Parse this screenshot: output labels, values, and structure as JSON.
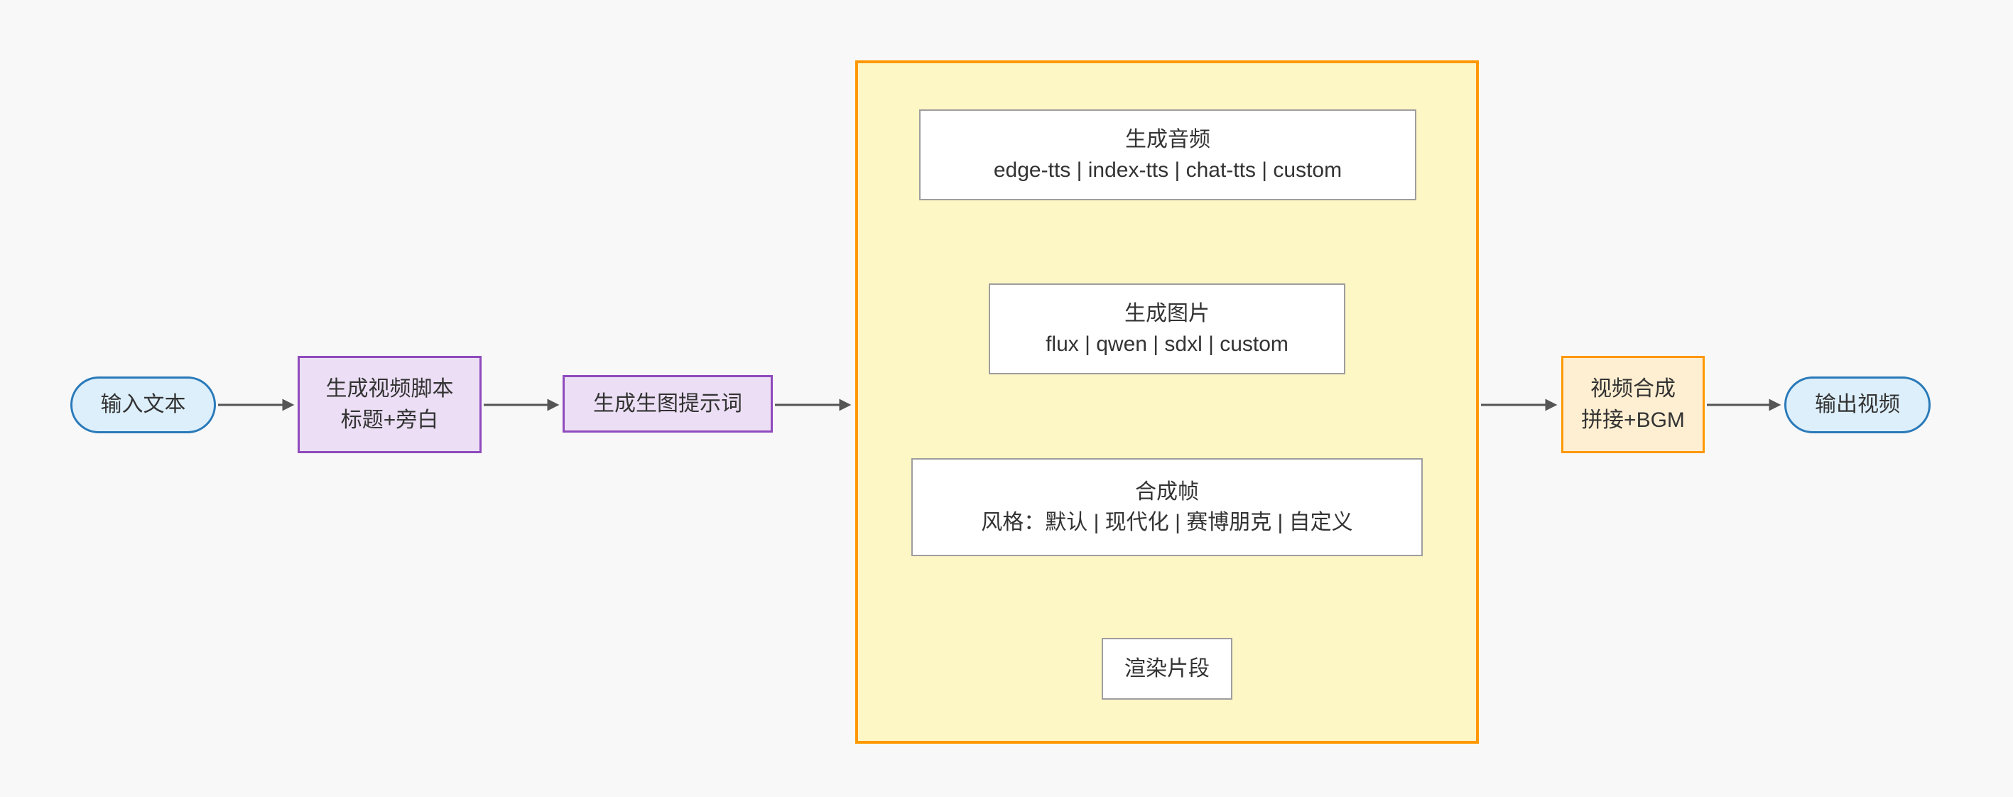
{
  "diagram": {
    "nodes": {
      "input": {
        "label": "输入文本"
      },
      "script": {
        "line1": "生成视频脚本",
        "line2": "标题+旁白"
      },
      "prompt": {
        "label": "生成生图提示词"
      },
      "audio": {
        "line1": "生成音频",
        "line2": "edge-tts | index-tts | chat-tts | custom"
      },
      "image": {
        "line1": "生成图片",
        "line2": "flux | qwen | sdxl | custom"
      },
      "frame": {
        "line1": "合成帧",
        "line2": "风格：默认 | 现代化 | 赛博朋克 | 自定义"
      },
      "render": {
        "label": "渲染片段"
      },
      "compose": {
        "line1": "视频合成",
        "line2": "拼接+BGM"
      },
      "output": {
        "label": "输出视频"
      }
    },
    "edges": [
      {
        "from": "input",
        "to": "script"
      },
      {
        "from": "script",
        "to": "prompt"
      },
      {
        "from": "prompt",
        "to": "pipeline"
      },
      {
        "from": "audio",
        "to": "image"
      },
      {
        "from": "image",
        "to": "frame"
      },
      {
        "from": "frame",
        "to": "render"
      },
      {
        "from": "pipeline",
        "to": "compose"
      },
      {
        "from": "compose",
        "to": "output"
      }
    ],
    "colors": {
      "background": "#f8f8f8",
      "pill_border": "#2a7ab9",
      "pill_fill": "#ddeffb",
      "purple_border": "#8f4bbd",
      "purple_fill": "#ecdff5",
      "container_border": "#ff9800",
      "container_fill": "#fdf6c5",
      "white_box_border": "#9e9e9e",
      "orange_box_fill": "#ffefd2",
      "arrow": "#555555",
      "text": "#333333"
    }
  }
}
